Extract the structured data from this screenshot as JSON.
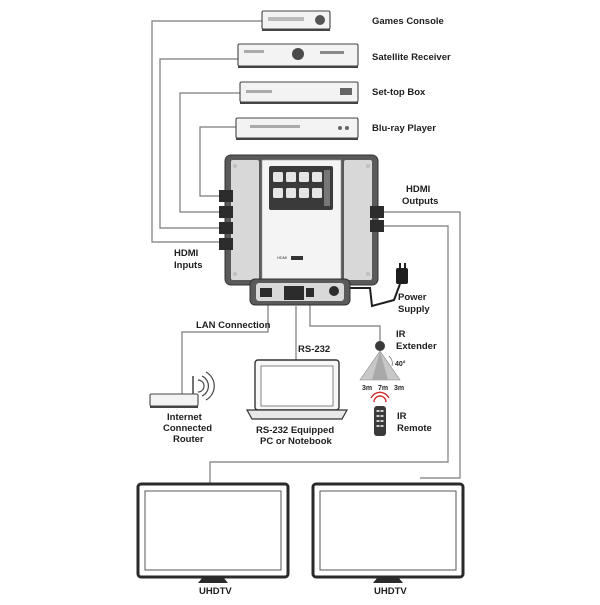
{
  "sources": [
    {
      "label": "Games Console"
    },
    {
      "label": "Satellite Receiver"
    },
    {
      "label": "Set-top Box"
    },
    {
      "label": "Blu-ray Player"
    }
  ],
  "labels": {
    "hdmi_inputs_1": "HDMI",
    "hdmi_inputs_2": "Inputs",
    "hdmi_outputs_1": "HDMI",
    "hdmi_outputs_2": "Outputs",
    "power_supply_1": "Power",
    "power_supply_2": "Supply",
    "lan_connection": "LAN Connection",
    "rs232": "RS-232",
    "ir_extender_1": "IR",
    "ir_extender_2": "Extender",
    "ir_angle": "40°",
    "ir_dist_left": "3m",
    "ir_dist_mid": "7m",
    "ir_dist_right": "3m",
    "ir_remote_1": "IR",
    "ir_remote_2": "Remote",
    "router_1": "Internet",
    "router_2": "Connected",
    "router_3": "Router",
    "pc_1": "RS-232 Equipped",
    "pc_2": "PC or Notebook",
    "device_logo_text": "HDMI"
  },
  "displays": [
    {
      "label": "UHDTV"
    },
    {
      "label": "UHDTV"
    }
  ],
  "colors": {
    "cable": "#7a7a7a",
    "device_body": "#5a5a5a",
    "remote_accent": "#d03030"
  }
}
